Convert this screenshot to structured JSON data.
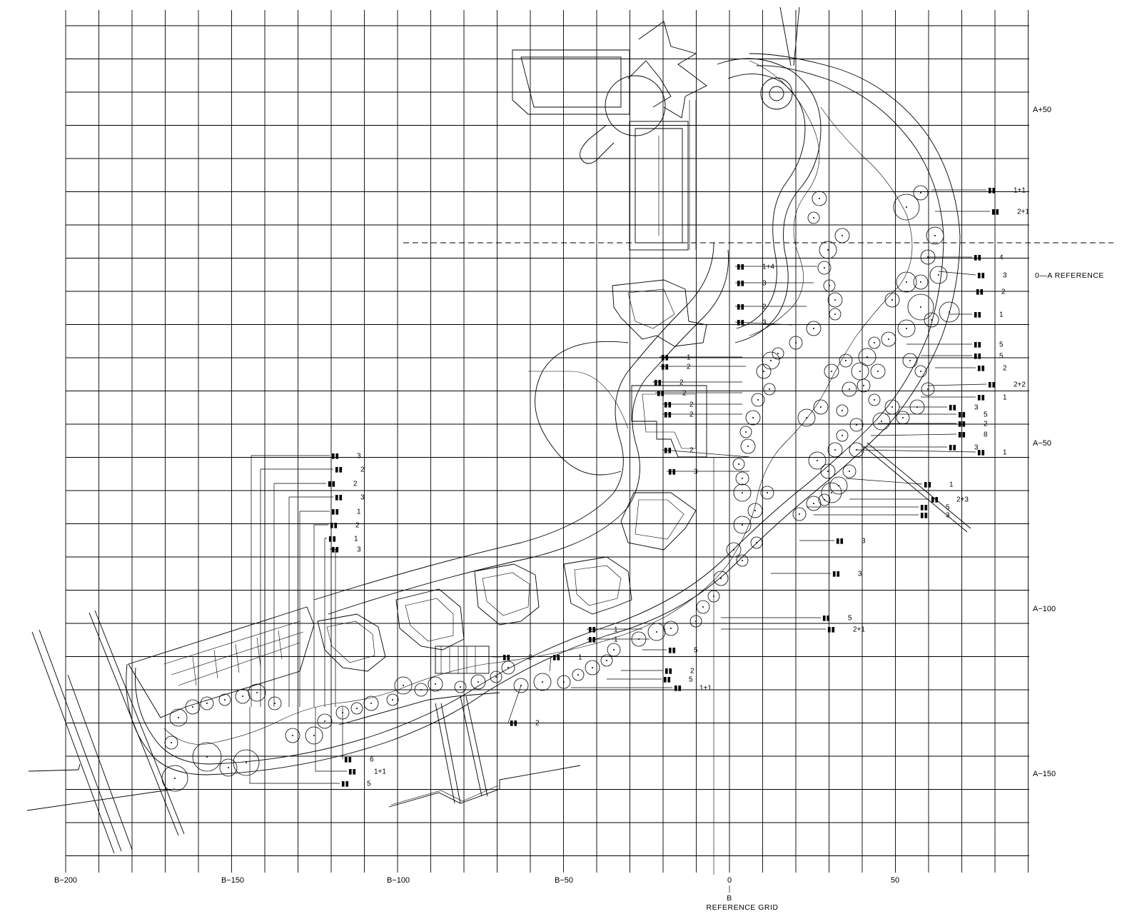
{
  "grid": {
    "x_labels": [
      {
        "text": "B−200",
        "key": "B-200"
      },
      {
        "text": "B−150",
        "key": "B-150"
      },
      {
        "text": "B−100",
        "key": "B-100"
      },
      {
        "text": "B−50",
        "key": "B-50"
      },
      {
        "text": "0",
        "key": "0"
      },
      {
        "text": "50",
        "key": "50"
      }
    ],
    "y_labels": [
      {
        "text": "A+50",
        "key": "A+50"
      },
      {
        "text": "A−50",
        "key": "A-50"
      },
      {
        "text": "A−100",
        "key": "A-100"
      },
      {
        "text": "A−150",
        "key": "A-150"
      }
    ],
    "a_reference": "0—A  REFERENCE",
    "b_marker": "B",
    "b_reference": "REFERENCE  GRID"
  },
  "plant_labels": {
    "right_column": [
      "1+1",
      "2+1",
      "4",
      "3",
      "2",
      "1",
      "5",
      "5",
      "2",
      "2+2",
      "1",
      "3",
      "5",
      "2",
      "8",
      "1",
      "3",
      "1",
      "2+3",
      "5",
      "3",
      "3",
      "3"
    ],
    "middle_column": [
      "1+4",
      "3",
      "2",
      "3",
      "1",
      "2",
      "2",
      "2",
      "2",
      "2",
      "2",
      "3",
      "5",
      "2+1",
      "5",
      "2",
      "5",
      "1+1",
      "1",
      "1",
      "2",
      "1",
      "2"
    ],
    "left_column": [
      "3",
      "2",
      "2",
      "3",
      "1",
      "2",
      "1",
      "3",
      "6",
      "1+1",
      "5"
    ]
  }
}
